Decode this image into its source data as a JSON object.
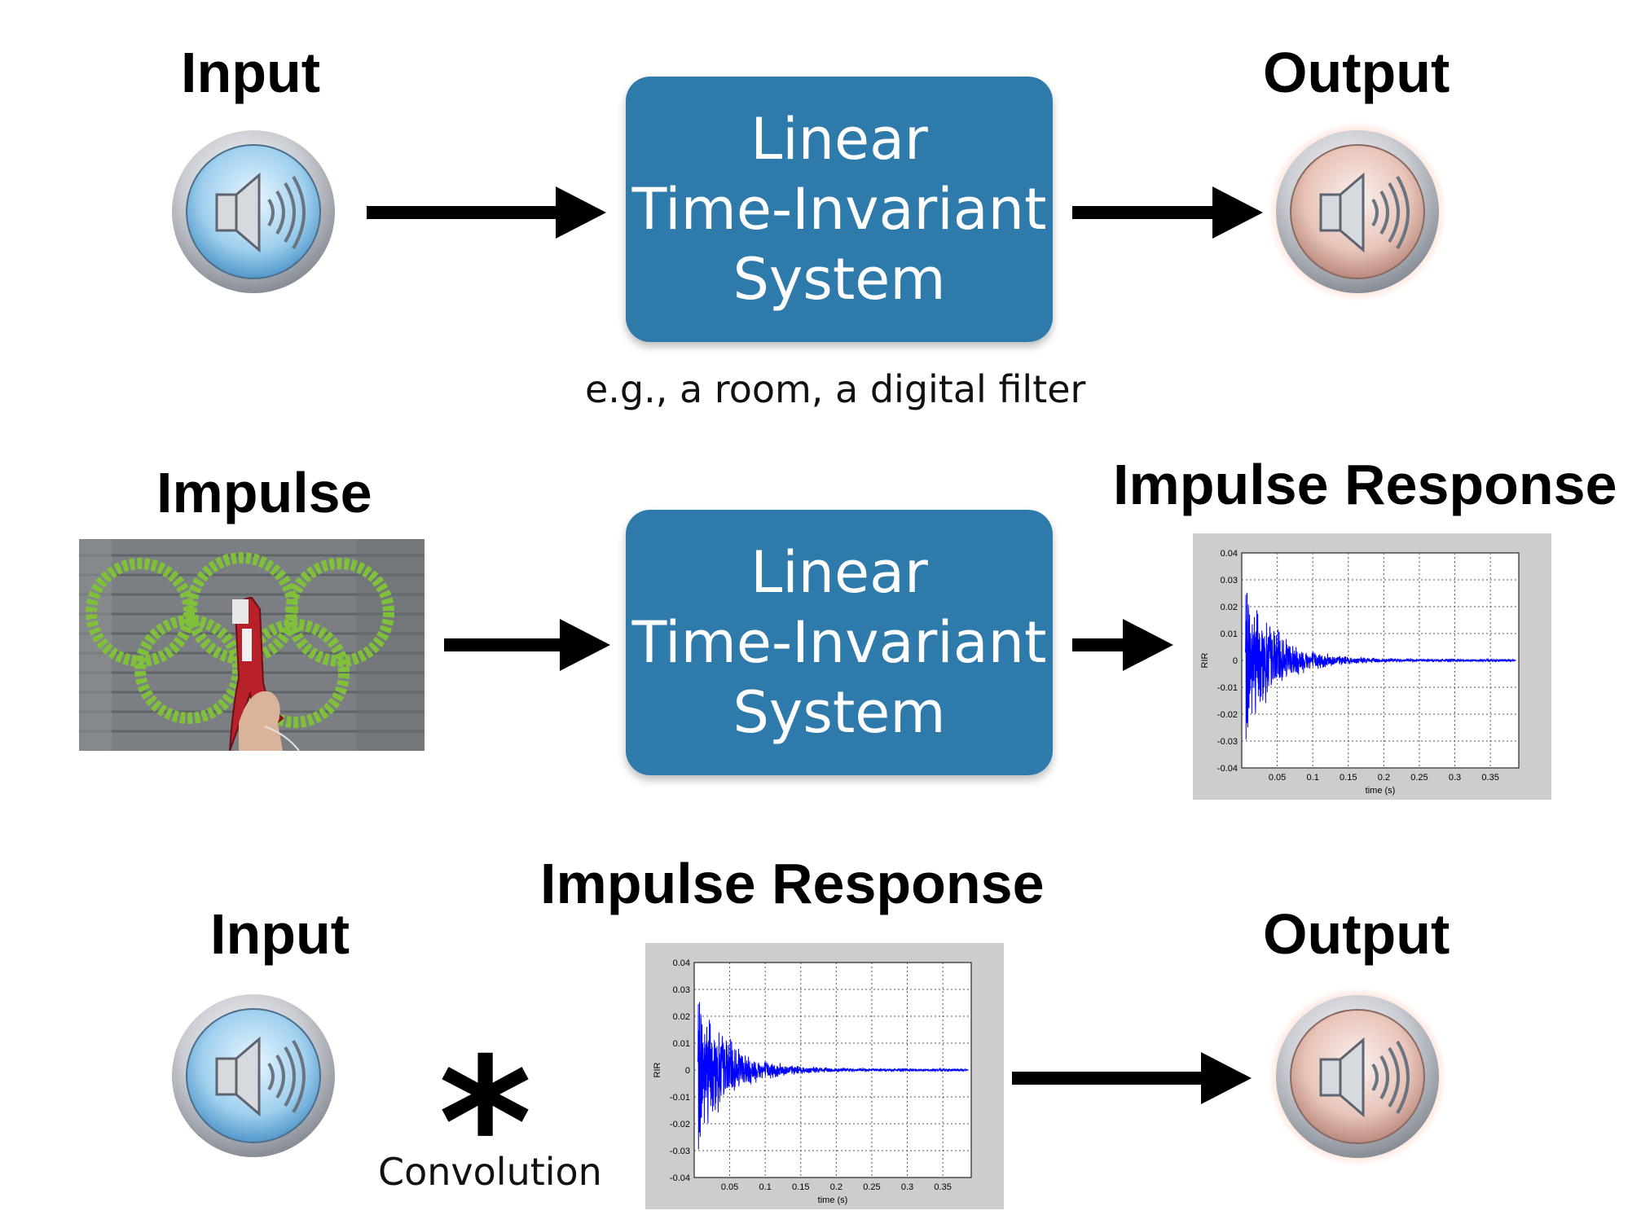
{
  "row1": {
    "input_label": "Input",
    "output_label": "Output",
    "system_lines": [
      "Linear",
      "Time-Invariant",
      "System"
    ],
    "caption": "e.g., a room, a digital filter"
  },
  "row2": {
    "impulse_label": "Impulse",
    "response_label": "Impulse Response",
    "system_lines": [
      "Linear",
      "Time-Invariant",
      "System"
    ]
  },
  "row3": {
    "input_label": "Input",
    "response_label": "Impulse Response",
    "operator_symbol": "*",
    "operator_label": "Convolution",
    "output_label": "Output"
  },
  "icons": {
    "input_speaker": "speaker-icon",
    "output_speaker": "speaker-icon",
    "colors": {
      "input": "#9fd0ee",
      "output": "#e8c4b9",
      "system": "#2e7bab",
      "signal": "#0000ff"
    }
  },
  "chart_data": [
    {
      "type": "line",
      "title": "",
      "xlabel": "time (s)",
      "ylabel": "RIR",
      "xlim": [
        0,
        0.39
      ],
      "ylim": [
        -0.04,
        0.04
      ],
      "xticks": [
        "0.05",
        "0.1",
        "0.15",
        "0.2",
        "0.25",
        "0.3",
        "0.35"
      ],
      "yticks": [
        "0.04",
        "0.03",
        "0.02",
        "0.01",
        "0",
        "-0.01",
        "-0.02",
        "-0.03",
        "-0.04"
      ],
      "grid": true,
      "series": [
        {
          "color": "#0000ff",
          "peak": 0.035,
          "decay_time_s": 0.1,
          "onset_s": 0.005
        }
      ]
    },
    {
      "type": "line",
      "title": "",
      "xlabel": "time (s)",
      "ylabel": "RIR",
      "xlim": [
        0,
        0.39
      ],
      "ylim": [
        -0.04,
        0.04
      ],
      "xticks": [
        "0.05",
        "0.1",
        "0.15",
        "0.2",
        "0.25",
        "0.3",
        "0.35"
      ],
      "yticks": [
        "0.04",
        "0.03",
        "0.02",
        "0.01",
        "0",
        "-0.01",
        "-0.02",
        "-0.03",
        "-0.04"
      ],
      "grid": true,
      "series": [
        {
          "color": "#0000ff",
          "peak": 0.035,
          "decay_time_s": 0.1,
          "onset_s": 0.005
        }
      ]
    }
  ]
}
